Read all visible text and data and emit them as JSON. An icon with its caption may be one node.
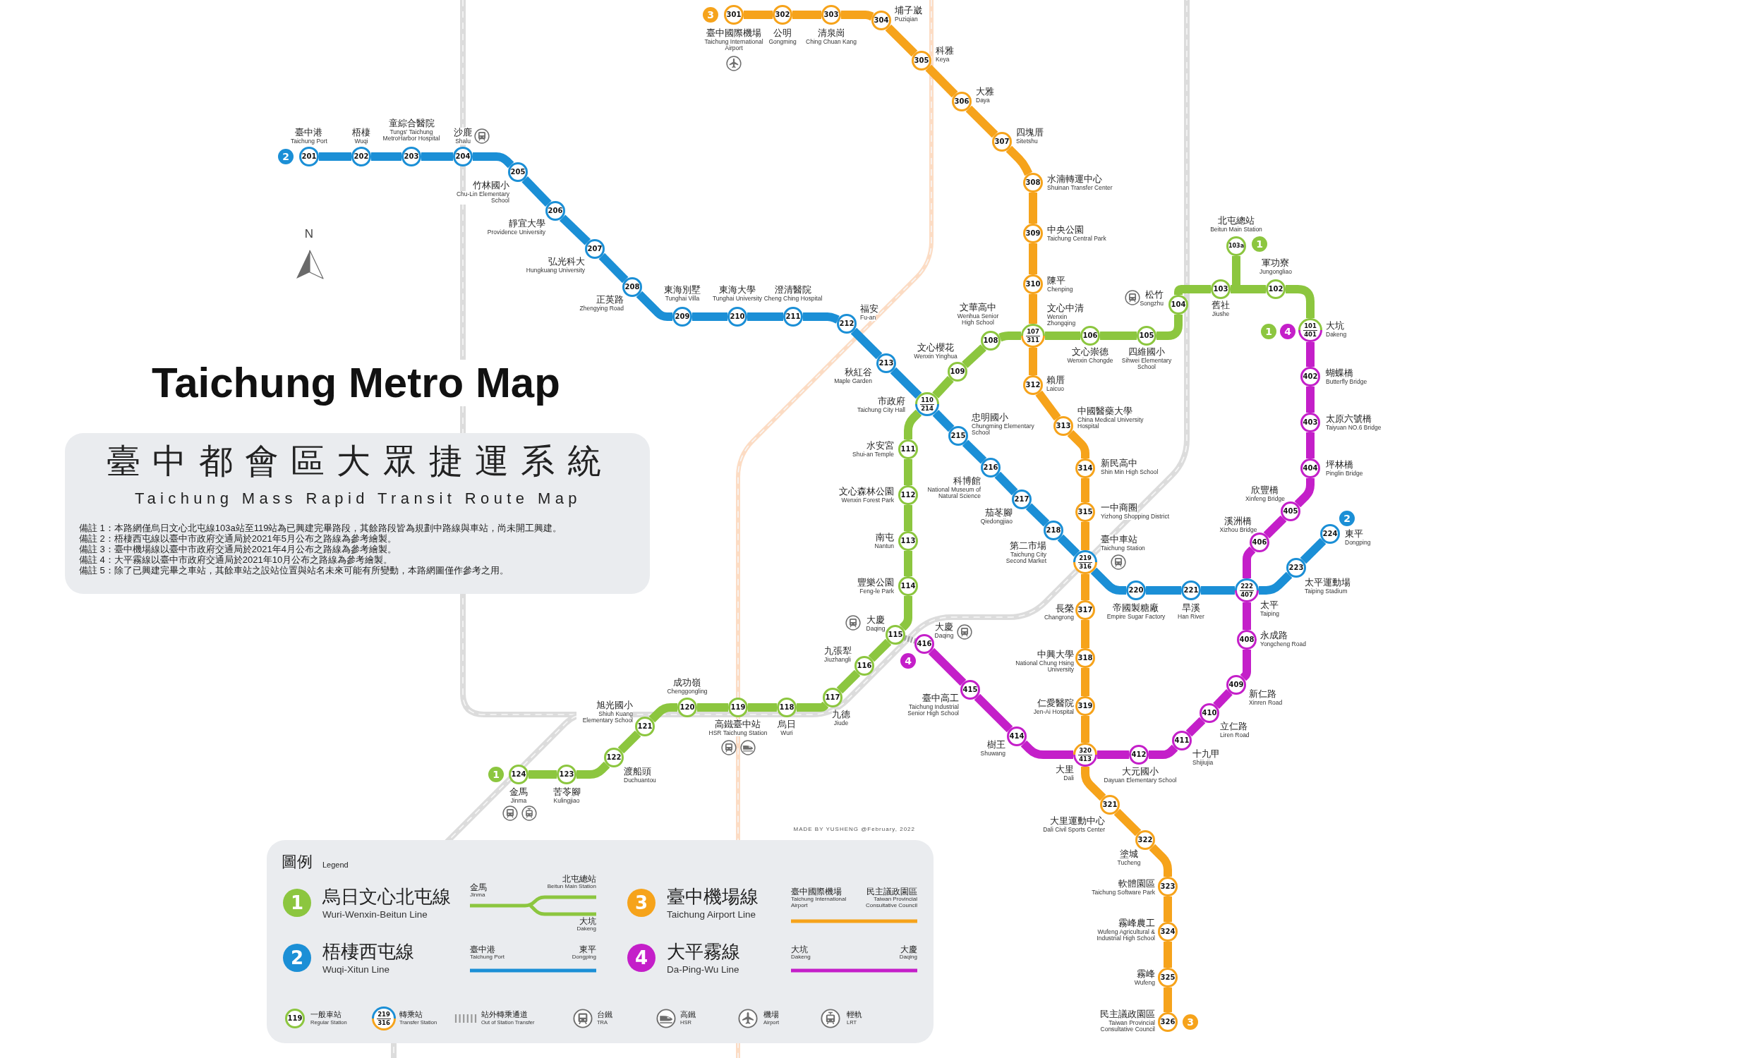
{
  "diagram": {
    "title": "Taichung Metro Map",
    "nodes": [
      {
        "text": [
          "臺中都會區大眾捷運系統",
          "Taichung Mass Rapid Transit Route Map",
          "備註 1：本路網僅烏日文心北屯線103a站至119站為已興建完畢路段，其餘路段皆為規劃中路線與車站，尚未開工興建。",
          "備註 2：梧棲西屯線以臺中市政府交通局於2021年5月公布之路線為參考繪製。",
          "備註 3：臺中機場線以臺中市政府交通局於2021年4月公布之路線為參考繪製。",
          "備註 4：大平霧線以臺中市政府交通局於2021年10月公布之路線為參考繪製。",
          "備註 5：除了已興建完畢之車站，其餘車站之設站位置與站名未來可能有所變動，本路網圖僅作參考之用。"
        ]
      },
      {
        "text": [
          "1"
        ]
      },
      {
        "text": [
          "101",
          "401"
        ],
        "beside": [
          "大坑",
          "Dakeng"
        ]
      },
      {
        "text": [
          "1"
        ]
      },
      {
        "text": [
          "4"
        ]
      },
      {
        "text": [
          "102"
        ],
        "beside": [
          "軍功寮",
          "Jungongliao"
        ]
      },
      {
        "text": [
          "103"
        ],
        "beside": [
          "舊社",
          "Jiushe"
        ]
      },
      {
        "text": [
          "103a"
        ],
        "beside": [
          "北屯總站",
          "Beitun Main Station"
        ]
      },
      {
        "text": [
          "104"
        ],
        "beside": [
          "松竹",
          "Songzhu"
        ]
      },
      {
        "text": [
          "105"
        ],
        "beside": [
          "四維國小",
          "Sihwei Elementary School"
        ]
      },
      {
        "text": [
          "106"
        ],
        "beside": [
          "文心崇德",
          "Wenxin Chongde"
        ]
      },
      {
        "text": [
          "107",
          "311"
        ],
        "beside": [
          "文心中清",
          "Wenxin Zhongqing"
        ]
      },
      {
        "text": [
          "108"
        ],
        "beside": [
          "文華高中",
          "Wenhua Senior High School"
        ]
      },
      {
        "text": [
          "109"
        ],
        "beside": [
          "文心櫻花",
          "Wenxin Yinghua"
        ]
      },
      {
        "text": [
          "110",
          "214"
        ],
        "beside": [
          "市政府",
          "Taichung City Hall"
        ]
      },
      {
        "text": [
          "111"
        ],
        "beside": [
          "水安宮",
          "Shui-an Temple"
        ]
      },
      {
        "text": [
          "112"
        ],
        "beside": [
          "文心森林公園",
          "Wenxin Forest Park"
        ]
      },
      {
        "text": [
          "113"
        ],
        "beside": [
          "南屯",
          "Nantun"
        ]
      },
      {
        "text": [
          "114"
        ],
        "beside": [
          "豐樂公園",
          "Feng-le Park"
        ]
      },
      {
        "text": [
          "115"
        ],
        "beside": [
          "大慶",
          "Daqing"
        ]
      },
      {
        "text": [
          "116"
        ],
        "beside": [
          "九張犁",
          "Jiuzhangli"
        ]
      },
      {
        "text": [
          "117"
        ],
        "beside": [
          "九德",
          "Jiude"
        ]
      },
      {
        "text": [
          "118"
        ],
        "beside": [
          "烏日",
          "Wuri"
        ]
      },
      {
        "text": [
          "119"
        ],
        "beside": [
          "高鐵臺中站",
          "HSR Taichung Station"
        ]
      },
      {
        "text": [
          "120"
        ],
        "beside": [
          "成功嶺",
          "Chenggongling"
        ]
      },
      {
        "text": [
          "121"
        ],
        "beside": [
          "旭光國小",
          "Shiuh Kuang Elementary School"
        ]
      },
      {
        "text": [
          "122"
        ],
        "beside": [
          "渡船頭",
          "Duchuantou"
        ]
      },
      {
        "text": [
          "123"
        ],
        "beside": [
          "苦苓腳",
          "Kulingjiao"
        ]
      },
      {
        "text": [
          "124"
        ],
        "beside": [
          "金馬",
          "Jinma"
        ]
      },
      {
        "text": [
          "1"
        ]
      },
      {
        "text": [
          "2"
        ]
      },
      {
        "text": [
          "201"
        ],
        "beside": [
          "臺中港",
          "Taichung Port"
        ]
      },
      {
        "text": [
          "202"
        ],
        "beside": [
          "梧棲",
          "Wuqi"
        ]
      },
      {
        "text": [
          "203"
        ],
        "beside": [
          "童綜合醫院",
          "Tungs' Taichung MetroHarbor Hospital"
        ]
      },
      {
        "text": [
          "204"
        ],
        "beside": [
          "沙鹿",
          "Shalu"
        ]
      },
      {
        "text": [
          "205"
        ],
        "beside": [
          "竹林國小",
          "Chu-Lin Elementary School"
        ]
      },
      {
        "text": [
          "206"
        ],
        "beside": [
          "靜宜大學",
          "Providence University"
        ]
      },
      {
        "text": [
          "207"
        ],
        "beside": [
          "弘光科大",
          "Hungkuang University"
        ]
      },
      {
        "text": [
          "208"
        ],
        "beside": [
          "正英路",
          "Zhengying Road"
        ]
      },
      {
        "text": [
          "209"
        ],
        "beside": [
          "東海別墅",
          "Tunghai Villa"
        ]
      },
      {
        "text": [
          "210"
        ],
        "beside": [
          "東海大學",
          "Tunghai University"
        ]
      },
      {
        "text": [
          "211"
        ],
        "beside": [
          "澄清醫院",
          "Cheng Ching Hospital"
        ]
      },
      {
        "text": [
          "212"
        ],
        "beside": [
          "福安",
          "Fu-an"
        ]
      },
      {
        "text": [
          "213"
        ],
        "beside": [
          "秋紅谷",
          "Maple Garden"
        ]
      },
      {
        "text": [
          "215"
        ],
        "beside": [
          "忠明國小",
          "Chungming Elementary School"
        ]
      },
      {
        "text": [
          "216"
        ],
        "beside": [
          "科博館",
          "National Museum of Natural Science"
        ]
      },
      {
        "text": [
          "217"
        ],
        "beside": [
          "茄苳腳",
          "Qiedongjiao"
        ]
      },
      {
        "text": [
          "218"
        ],
        "beside": [
          "第二市場",
          "Taichung City Second Market"
        ]
      },
      {
        "text": [
          "219",
          "316"
        ],
        "beside": [
          "臺中車站",
          "Taichung Station"
        ]
      },
      {
        "text": [
          "220"
        ],
        "beside": [
          "帝國製糖廠",
          "Empire Sugar Factory"
        ]
      },
      {
        "text": [
          "221"
        ],
        "beside": [
          "旱溪",
          "Han River"
        ]
      },
      {
        "text": [
          "222",
          "407"
        ],
        "beside": [
          "太平",
          "Taiping"
        ]
      },
      {
        "text": [
          "223"
        ],
        "beside": [
          "太平運動場",
          "Taiping Stadium"
        ]
      },
      {
        "text": [
          "224"
        ],
        "beside": [
          "東平",
          "Dongping"
        ]
      },
      {
        "text": [
          "2"
        ]
      },
      {
        "text": [
          "3"
        ]
      },
      {
        "text": [
          "301"
        ],
        "beside": [
          "臺中國際機場",
          "Taichung International Airport"
        ]
      },
      {
        "text": [
          "302"
        ],
        "beside": [
          "公明",
          "Gongming"
        ]
      },
      {
        "text": [
          "303"
        ],
        "beside": [
          "清泉崗",
          "Ching Chuan Kang"
        ]
      },
      {
        "text": [
          "304"
        ],
        "beside": [
          "埔子崴",
          "Puziqian"
        ]
      },
      {
        "text": [
          "305"
        ],
        "beside": [
          "科雅",
          "Keya"
        ]
      },
      {
        "text": [
          "306"
        ],
        "beside": [
          "大雅",
          "Daya"
        ]
      },
      {
        "text": [
          "307"
        ],
        "beside": [
          "四塊厝",
          "Sitetshu"
        ]
      },
      {
        "text": [
          "308"
        ],
        "beside": [
          "水湳轉運中心",
          "Shuinan Transfer Center"
        ]
      },
      {
        "text": [
          "309"
        ],
        "beside": [
          "中央公園",
          "Taichung Central Park"
        ]
      },
      {
        "text": [
          "310"
        ],
        "beside": [
          "陳平",
          "Chenping"
        ]
      },
      {
        "text": [
          "312"
        ],
        "beside": [
          "賴厝",
          "Laicuo"
        ]
      },
      {
        "text": [
          "313"
        ],
        "beside": [
          "中國醫藥大學",
          "China Medical University Hospital"
        ]
      },
      {
        "text": [
          "314"
        ],
        "beside": [
          "新民高中",
          "Shin Min High School"
        ]
      },
      {
        "text": [
          "315"
        ],
        "beside": [
          "一中商圈",
          "Yizhong Shopping District"
        ]
      },
      {
        "text": [
          "317"
        ],
        "beside": [
          "長榮",
          "Changrong"
        ]
      },
      {
        "text": [
          "318"
        ],
        "beside": [
          "中興大學",
          "National Chung Hsing University"
        ]
      },
      {
        "text": [
          "319"
        ],
        "beside": [
          "仁愛醫院",
          "Jen-Ai Hospital"
        ]
      },
      {
        "text": [
          "320",
          "413"
        ],
        "beside": [
          "大里",
          "Dali"
        ]
      },
      {
        "text": [
          "321"
        ],
        "beside": [
          "大里運動中心",
          "Dali Civil Sports Center"
        ]
      },
      {
        "text": [
          "322"
        ],
        "beside": [
          "塗城",
          "Tucheng"
        ]
      },
      {
        "text": [
          "323"
        ],
        "beside": [
          "軟體園區",
          "Taichung Software Park"
        ]
      },
      {
        "text": [
          "324"
        ],
        "beside": [
          "霧峰農工",
          "Wufeng Agricultural & Industrial High School"
        ]
      },
      {
        "text": [
          "325"
        ],
        "beside": [
          "霧峰",
          "Wufeng"
        ]
      },
      {
        "text": [
          "326"
        ],
        "beside": [
          "民主議政園區",
          "Taiwan Provincial Consultative Council"
        ]
      },
      {
        "text": [
          "3"
        ]
      },
      {
        "text": [
          "402"
        ],
        "beside": [
          "蝴蝶橋",
          "Butterfly Bridge"
        ]
      },
      {
        "text": [
          "403"
        ],
        "beside": [
          "太原六號橋",
          "Taiyuan NO.6 Bridge"
        ]
      },
      {
        "text": [
          "404"
        ],
        "beside": [
          "坪林橋",
          "Pinglin Bridge"
        ]
      },
      {
        "text": [
          "405"
        ],
        "beside": [
          "欣豐橋",
          "Xinfeng Bridge"
        ]
      },
      {
        "text": [
          "406"
        ],
        "beside": [
          "溪洲橋",
          "Xizhou Bridge"
        ]
      },
      {
        "text": [
          "408"
        ],
        "beside": [
          "永成路",
          "Yongcheng Road"
        ]
      },
      {
        "text": [
          "409"
        ],
        "beside": [
          "新仁路",
          "Xinren Road"
        ]
      },
      {
        "text": [
          "410"
        ],
        "beside": [
          "立仁路",
          "Liren Road"
        ]
      },
      {
        "text": [
          "411"
        ],
        "beside": [
          "十九甲",
          "Shijiujia"
        ]
      },
      {
        "text": [
          "412"
        ],
        "beside": [
          "大元國小",
          "Dayuan Elementary School"
        ]
      },
      {
        "text": [
          "414"
        ],
        "beside": [
          "樹王",
          "Shuwang"
        ]
      },
      {
        "text": [
          "415"
        ],
        "beside": [
          "臺中高工",
          "Taichung Industrial Senior High School"
        ]
      },
      {
        "text": [
          "416"
        ],
        "beside": [
          "大慶",
          "Daqing"
        ]
      },
      {
        "text": [
          "4"
        ]
      },
      {
        "text": [
          "圖例",
          "Legend"
        ]
      }
    ],
    "edges": [
      {
        "from": 2,
        "to": 5,
        "arrow": "none",
        "color": "#8cc63f"
      },
      {
        "from": 5,
        "to": 6,
        "arrow": "none",
        "color": "#8cc63f"
      },
      {
        "from": 7,
        "to": 6,
        "arrow": "none",
        "color": "#8cc63f"
      },
      {
        "from": 6,
        "to": 8,
        "arrow": "none",
        "color": "#8cc63f"
      },
      {
        "from": 8,
        "to": 9,
        "arrow": "none",
        "color": "#8cc63f"
      },
      {
        "from": 9,
        "to": 10,
        "arrow": "none",
        "color": "#8cc63f"
      },
      {
        "from": 10,
        "to": 11,
        "arrow": "none",
        "color": "#8cc63f"
      },
      {
        "from": 11,
        "to": 12,
        "arrow": "none",
        "color": "#8cc63f"
      },
      {
        "from": 12,
        "to": 13,
        "arrow": "none",
        "color": "#8cc63f"
      },
      {
        "from": 13,
        "to": 14,
        "arrow": "none",
        "color": "#8cc63f"
      },
      {
        "from": 14,
        "to": 15,
        "arrow": "none",
        "color": "#8cc63f"
      },
      {
        "from": 15,
        "to": 16,
        "arrow": "none",
        "color": "#8cc63f"
      },
      {
        "from": 16,
        "to": 17,
        "arrow": "none",
        "color": "#8cc63f"
      },
      {
        "from": 17,
        "to": 18,
        "arrow": "none",
        "color": "#8cc63f"
      },
      {
        "from": 18,
        "to": 19,
        "arrow": "none",
        "color": "#8cc63f"
      },
      {
        "from": 19,
        "to": 20,
        "arrow": "none",
        "color": "#8cc63f"
      },
      {
        "from": 20,
        "to": 21,
        "arrow": "none",
        "color": "#8cc63f"
      },
      {
        "from": 21,
        "to": 22,
        "arrow": "none",
        "color": "#8cc63f"
      },
      {
        "from": 22,
        "to": 23,
        "arrow": "none",
        "color": "#8cc63f"
      },
      {
        "from": 23,
        "to": 24,
        "arrow": "none",
        "color": "#8cc63f"
      },
      {
        "from": 24,
        "to": 25,
        "arrow": "none",
        "color": "#8cc63f"
      },
      {
        "from": 25,
        "to": 26,
        "arrow": "none",
        "color": "#8cc63f"
      },
      {
        "from": 26,
        "to": 27,
        "arrow": "none",
        "color": "#8cc63f"
      },
      {
        "from": 27,
        "to": 28,
        "arrow": "none",
        "color": "#8cc63f"
      },
      {
        "from": 31,
        "to": 32,
        "arrow": "none",
        "color": "#1b8fd6"
      },
      {
        "from": 32,
        "to": 33,
        "arrow": "none",
        "color": "#1b8fd6"
      },
      {
        "from": 33,
        "to": 34,
        "arrow": "none",
        "color": "#1b8fd6"
      },
      {
        "from": 34,
        "to": 35,
        "arrow": "none",
        "color": "#1b8fd6"
      },
      {
        "from": 35,
        "to": 36,
        "arrow": "none",
        "color": "#1b8fd6"
      },
      {
        "from": 36,
        "to": 37,
        "arrow": "none",
        "color": "#1b8fd6"
      },
      {
        "from": 37,
        "to": 38,
        "arrow": "none",
        "color": "#1b8fd6"
      },
      {
        "from": 38,
        "to": 39,
        "arrow": "none",
        "color": "#1b8fd6"
      },
      {
        "from": 39,
        "to": 40,
        "arrow": "none",
        "color": "#1b8fd6"
      },
      {
        "from": 40,
        "to": 41,
        "arrow": "none",
        "color": "#1b8fd6"
      },
      {
        "from": 41,
        "to": 42,
        "arrow": "none",
        "color": "#1b8fd6"
      },
      {
        "from": 42,
        "to": 43,
        "arrow": "none",
        "color": "#1b8fd6"
      },
      {
        "from": 43,
        "to": 14,
        "arrow": "none",
        "color": "#1b8fd6"
      },
      {
        "from": 14,
        "to": 44,
        "arrow": "none",
        "color": "#1b8fd6"
      },
      {
        "from": 44,
        "to": 45,
        "arrow": "none",
        "color": "#1b8fd6"
      },
      {
        "from": 45,
        "to": 46,
        "arrow": "none",
        "color": "#1b8fd6"
      },
      {
        "from": 46,
        "to": 47,
        "arrow": "none",
        "color": "#1b8fd6"
      },
      {
        "from": 47,
        "to": 48,
        "arrow": "none",
        "color": "#1b8fd6"
      },
      {
        "from": 48,
        "to": 49,
        "arrow": "none",
        "color": "#1b8fd6"
      },
      {
        "from": 49,
        "to": 50,
        "arrow": "none",
        "color": "#1b8fd6"
      },
      {
        "from": 50,
        "to": 51,
        "arrow": "none",
        "color": "#1b8fd6"
      },
      {
        "from": 51,
        "to": 52,
        "arrow": "none",
        "color": "#1b8fd6"
      },
      {
        "from": 52,
        "to": 53,
        "arrow": "none",
        "color": "#1b8fd6"
      },
      {
        "from": 56,
        "to": 57,
        "arrow": "none",
        "color": "#f6a31b"
      },
      {
        "from": 57,
        "to": 58,
        "arrow": "none",
        "color": "#f6a31b"
      },
      {
        "from": 58,
        "to": 59,
        "arrow": "none",
        "color": "#f6a31b"
      },
      {
        "from": 59,
        "to": 60,
        "arrow": "none",
        "color": "#f6a31b"
      },
      {
        "from": 60,
        "to": 61,
        "arrow": "none",
        "color": "#f6a31b"
      },
      {
        "from": 61,
        "to": 62,
        "arrow": "none",
        "color": "#f6a31b"
      },
      {
        "from": 62,
        "to": 63,
        "arrow": "none",
        "color": "#f6a31b"
      },
      {
        "from": 63,
        "to": 64,
        "arrow": "none",
        "color": "#f6a31b"
      },
      {
        "from": 64,
        "to": 65,
        "arrow": "none",
        "color": "#f6a31b"
      },
      {
        "from": 65,
        "to": 11,
        "arrow": "none",
        "color": "#f6a31b"
      },
      {
        "from": 11,
        "to": 66,
        "arrow": "none",
        "color": "#f6a31b"
      },
      {
        "from": 66,
        "to": 67,
        "arrow": "none",
        "color": "#f6a31b"
      },
      {
        "from": 67,
        "to": 68,
        "arrow": "none",
        "color": "#f6a31b"
      },
      {
        "from": 68,
        "to": 69,
        "arrow": "none",
        "color": "#f6a31b"
      },
      {
        "from": 69,
        "to": 48,
        "arrow": "none",
        "color": "#f6a31b"
      },
      {
        "from": 48,
        "to": 70,
        "arrow": "none",
        "color": "#f6a31b"
      },
      {
        "from": 70,
        "to": 71,
        "arrow": "none",
        "color": "#f6a31b"
      },
      {
        "from": 71,
        "to": 72,
        "arrow": "none",
        "color": "#f6a31b"
      },
      {
        "from": 72,
        "to": 73,
        "arrow": "none",
        "color": "#f6a31b"
      },
      {
        "from": 73,
        "to": 74,
        "arrow": "none",
        "color": "#f6a31b"
      },
      {
        "from": 74,
        "to": 75,
        "arrow": "none",
        "color": "#f6a31b"
      },
      {
        "from": 75,
        "to": 76,
        "arrow": "none",
        "color": "#f6a31b"
      },
      {
        "from": 76,
        "to": 77,
        "arrow": "none",
        "color": "#f6a31b"
      },
      {
        "from": 77,
        "to": 78,
        "arrow": "none",
        "color": "#f6a31b"
      },
      {
        "from": 78,
        "to": 79,
        "arrow": "none",
        "color": "#f6a31b"
      },
      {
        "from": 2,
        "to": 81,
        "arrow": "none",
        "color": "#c41fc9"
      },
      {
        "from": 81,
        "to": 82,
        "arrow": "none",
        "color": "#c41fc9"
      },
      {
        "from": 82,
        "to": 83,
        "arrow": "none",
        "color": "#c41fc9"
      },
      {
        "from": 83,
        "to": 84,
        "arrow": "none",
        "color": "#c41fc9"
      },
      {
        "from": 84,
        "to": 85,
        "arrow": "none",
        "color": "#c41fc9"
      },
      {
        "from": 85,
        "to": 51,
        "arrow": "none",
        "color": "#c41fc9"
      },
      {
        "from": 51,
        "to": 86,
        "arrow": "none",
        "color": "#c41fc9"
      },
      {
        "from": 86,
        "to": 87,
        "arrow": "none",
        "color": "#c41fc9"
      },
      {
        "from": 87,
        "to": 88,
        "arrow": "none",
        "color": "#c41fc9"
      },
      {
        "from": 88,
        "to": 89,
        "arrow": "none",
        "color": "#c41fc9"
      },
      {
        "from": 89,
        "to": 90,
        "arrow": "none",
        "color": "#c41fc9"
      },
      {
        "from": 90,
        "to": 73,
        "arrow": "none",
        "color": "#c41fc9"
      },
      {
        "from": 73,
        "to": 91,
        "arrow": "none",
        "color": "#c41fc9"
      },
      {
        "from": 91,
        "to": 92,
        "arrow": "none",
        "color": "#c41fc9"
      },
      {
        "from": 92,
        "to": 93,
        "arrow": "none",
        "color": "#c41fc9"
      },
      {
        "from": 19,
        "to": 93,
        "arrow": "none",
        "style": "dashed",
        "color": "#9a9a9a"
      }
    ],
    "labels": [
      "N",
      "MADE BY YUSHENG @February, 2022",
      "1",
      "Wuri-Wenxin-Beitun Line",
      "金馬",
      "Jinma",
      "北屯總站",
      "Beitun Main Station",
      "大坑",
      "Dakeng",
      "3",
      "Taichung Airport Line",
      "臺中國際機場",
      "Taichung International Airport",
      "民主議政園區",
      "Taiwan Provincial Consultative Council",
      "2",
      "Wuqi-Xitun Line",
      "臺中港",
      "Taichung Port",
      "東平",
      "Dongping",
      "4",
      "Da-Ping-Wu Line",
      "大坑",
      "Dakeng",
      "大慶",
      "Daqing",
      "119",
      "Regular Station",
      "219",
      "316",
      "Transfer Station",
      "Out of Station Transfer",
      "TRA",
      "HSR",
      "Airport",
      "LRT"
    ],
    "legend": [
      {
        "text": "烏日文心北屯線",
        "color": "#8cc63f"
      },
      {
        "text": "臺中機場線",
        "color": "#f6a31b"
      },
      {
        "text": "梧棲西屯線",
        "color": "#1b8fd6"
      },
      {
        "text": "大平霧線",
        "color": "#c41fc9"
      },
      {
        "text": "一般車站"
      },
      {
        "text": "轉乘站"
      },
      {
        "text": "站外轉乘通道"
      },
      {
        "text": "台鐵"
      },
      {
        "text": "高鐵"
      },
      {
        "text": "機場"
      },
      {
        "text": "輕軌"
      }
    ]
  }
}
